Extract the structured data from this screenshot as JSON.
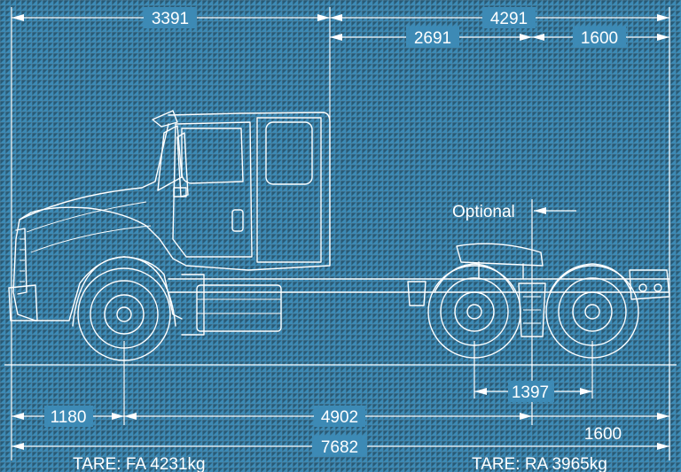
{
  "drawing": {
    "background_color": "#3d8ab5",
    "line_color": "#ffffff",
    "subject": "truck-side-elevation"
  },
  "dimensions": {
    "front_to_cab_back": "3391",
    "cab_back_to_rear": "4291",
    "cab_back_to_axle_center": "2691",
    "axle_center_to_rear_top": "1600",
    "front_overhang": "1180",
    "wheelbase": "4902",
    "tandem_spread": "1397",
    "rear_overhang": "1600",
    "overall_length": "7682"
  },
  "annotations": {
    "optional": "Optional",
    "tare_front": "TARE: FA 4231kg",
    "tare_rear": "TARE: RA 3965kg"
  }
}
